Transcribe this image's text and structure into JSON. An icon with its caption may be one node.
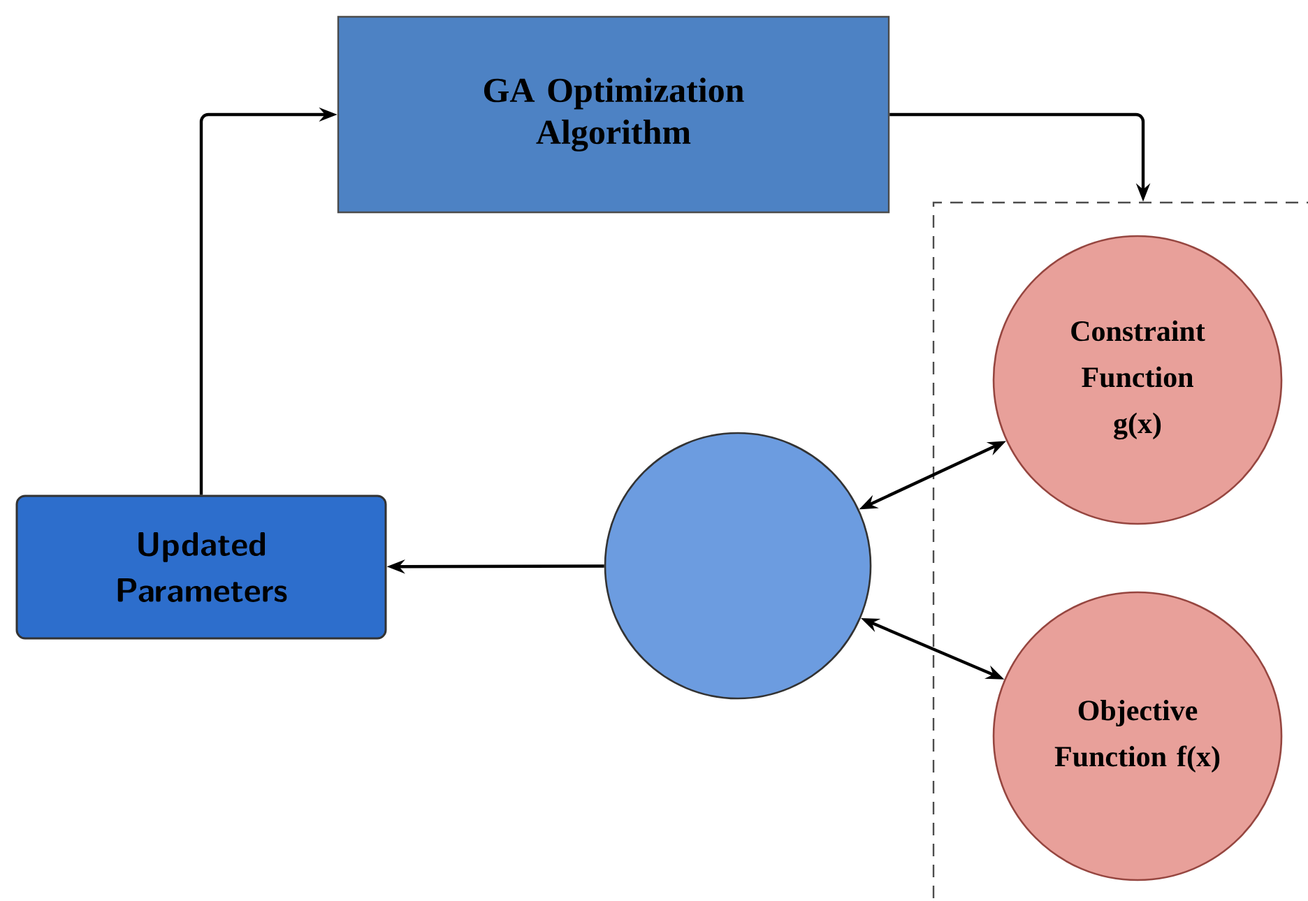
{
  "diagram": {
    "nodes": [
      {
        "text": [
          "GA Optimization Algorithm"
        ]
      },
      {
        "text": [
          "Updated Parameters"
        ]
      },
      {
        "text": [],
        "shape": "circle"
      },
      {
        "text": [],
        "shape": "box"
      },
      {
        "text": [
          "Constraint Function g(x)"
        ],
        "in": 3
      },
      {
        "text": [
          "Objective Function f(x)"
        ],
        "in": 3
      }
    ],
    "edges": [
      {
        "from": 1,
        "to": 0,
        "arrow": "to"
      },
      {
        "from": 0,
        "to": 3,
        "arrow": "to"
      },
      {
        "from": 2,
        "to": 1,
        "arrow": "to"
      },
      {
        "from": 2,
        "to": 4,
        "arrow": "both"
      },
      {
        "from": 2,
        "to": 5,
        "arrow": "both"
      }
    ]
  }
}
